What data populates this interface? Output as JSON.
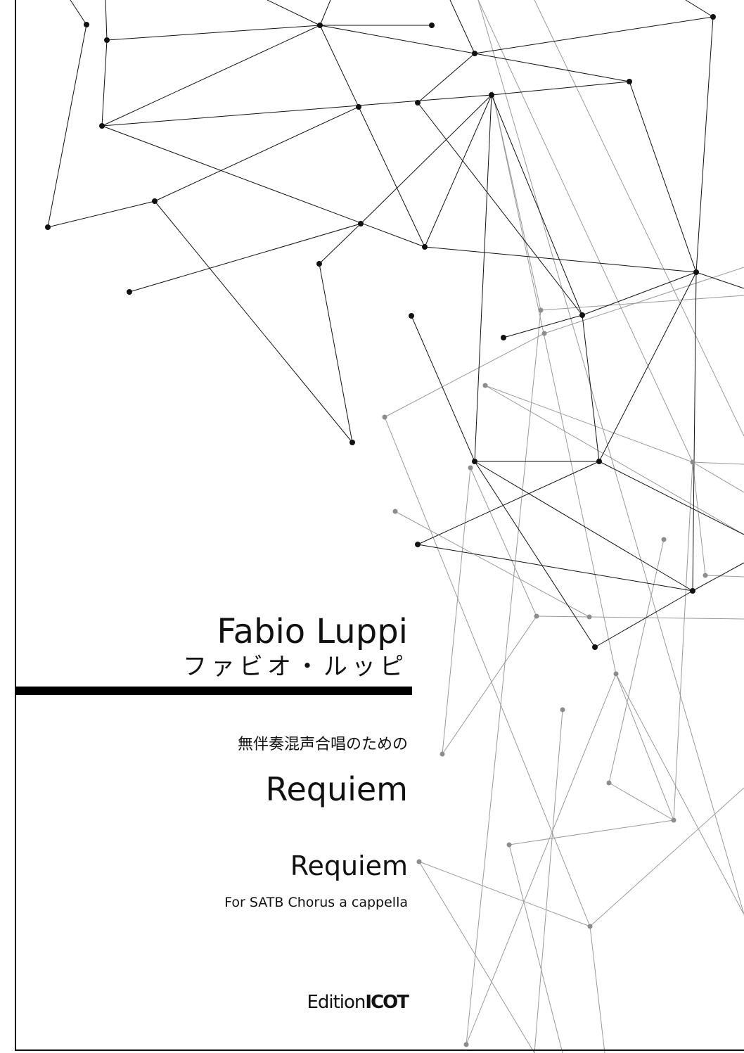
{
  "composer": {
    "name": "Fabio Luppi",
    "name_jp": "ファビオ・ルッピ"
  },
  "work": {
    "subtitle_jp": "無伴奏混声合唱のための",
    "title_jp_edition": "Requiem",
    "title": "Requiem",
    "scoring": "For SATB Chorus a cappella"
  },
  "publisher": {
    "prefix": "Edition",
    "brand": "ICOT"
  },
  "colors": {
    "ink": "#111111",
    "gray": "#8c8c8c"
  }
}
